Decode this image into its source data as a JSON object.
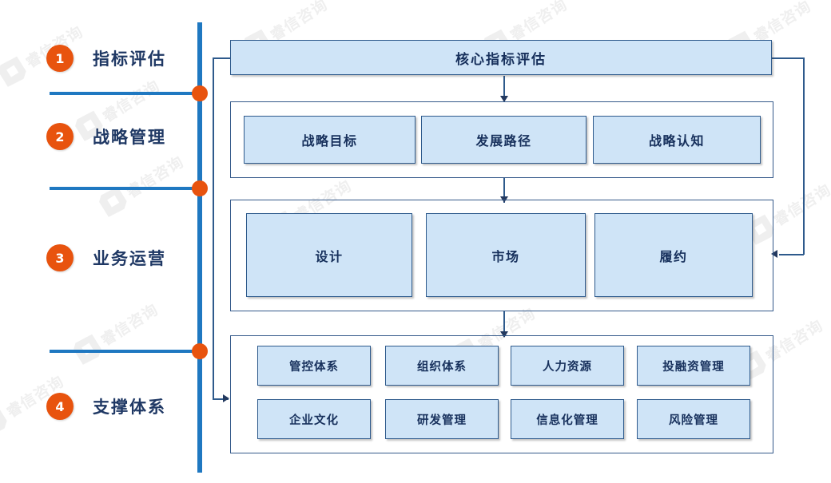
{
  "watermark": {
    "text": "睿信咨询",
    "logo_icon": "hexagon-logo-icon",
    "color": "#e3e3e3"
  },
  "theme": {
    "accent_orange": "#e8530e",
    "rail_blue": "#1f78c1",
    "box_fill": "#cfe4f7",
    "box_border": "#2e5a8c",
    "text_navy": "#17305c",
    "label_navy": "#1f3864"
  },
  "stages": [
    {
      "number": "1",
      "label": "指标评估"
    },
    {
      "number": "2",
      "label": "战略管理"
    },
    {
      "number": "3",
      "label": "业务运营"
    },
    {
      "number": "4",
      "label": "支撑体系"
    }
  ],
  "header": {
    "title": "核心指标评估"
  },
  "strategy_row": {
    "items": [
      {
        "label": "战略目标"
      },
      {
        "label": "发展路径"
      },
      {
        "label": "战略认知"
      }
    ]
  },
  "operations_row": {
    "items": [
      {
        "label": "设计"
      },
      {
        "label": "市场"
      },
      {
        "label": "履约"
      }
    ]
  },
  "support_grid": {
    "row1": [
      {
        "label": "管控体系"
      },
      {
        "label": "组织体系"
      },
      {
        "label": "人力资源"
      },
      {
        "label": "投融资管理"
      }
    ],
    "row2": [
      {
        "label": "企业文化"
      },
      {
        "label": "研发管理"
      },
      {
        "label": "信息化管理"
      },
      {
        "label": "风险管理"
      }
    ]
  }
}
